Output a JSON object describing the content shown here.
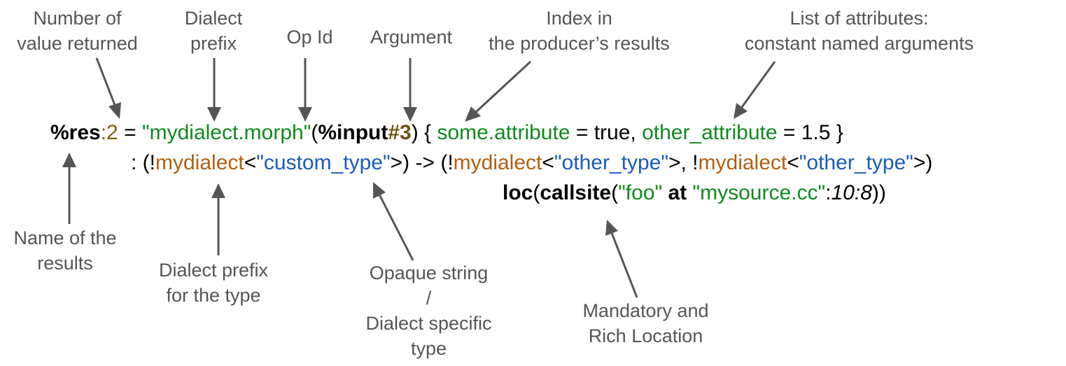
{
  "annotations": {
    "num_values": [
      "Number of",
      "value returned"
    ],
    "dialect_prefix": [
      "Dialect",
      "prefix"
    ],
    "op_id": [
      "Op Id"
    ],
    "argument": [
      "Argument"
    ],
    "index_in_results": [
      "Index in",
      "the producer’s results"
    ],
    "attributes": [
      "List of attributes:",
      "constant named arguments"
    ],
    "name_results": [
      "Name of the",
      "results"
    ],
    "dialect_prefix_type": [
      "Dialect prefix",
      "for the type"
    ],
    "opaque_string": [
      "Opaque string",
      "/",
      "Dialect specific",
      "type"
    ],
    "location": [
      "Mandatory and",
      "Rich Location"
    ]
  },
  "code": {
    "line1": {
      "res": "%res",
      "count": ":2",
      "eq": " = ",
      "q1": "\"",
      "dialect": "mydialect",
      "op": ".morph",
      "q2": "\"",
      "paren_open": "(",
      "input": "%input",
      "index": "#3",
      "paren_close": ") { ",
      "attr1_name": "some.attribute",
      "attr1_value": " = true, ",
      "attr2_name": "other_attribute",
      "attr2_value": " = 1.5 }"
    },
    "line2": {
      "prefix": ": (!",
      "dialect1": "mydialect",
      "open1": "<",
      "type1": "\"custom_type\"",
      "close1": ">) -> (!",
      "dialect2": "mydialect",
      "open2": "<",
      "type2": "\"other_type\"",
      "close2": ">, !",
      "dialect3": "mydialect",
      "open3": "<",
      "type3": "\"other_type\"",
      "close3": ">)"
    },
    "line3": {
      "loc": "loc",
      "p1": "(",
      "callsite": "callsite",
      "p2": "(",
      "foo": "\"foo\"",
      "sp1": " ",
      "at": "at",
      "sp2": " ",
      "file": "\"mysource.cc\"",
      "colon": ":",
      "pos": "10:8",
      "p3": "))"
    }
  },
  "colors": {
    "annotation_text": "#555555",
    "arrow": "#555555",
    "olive": "#7a6010",
    "green": "#0f8a1f",
    "brown": "#b15f0e",
    "blue": "#1a5bb8"
  }
}
